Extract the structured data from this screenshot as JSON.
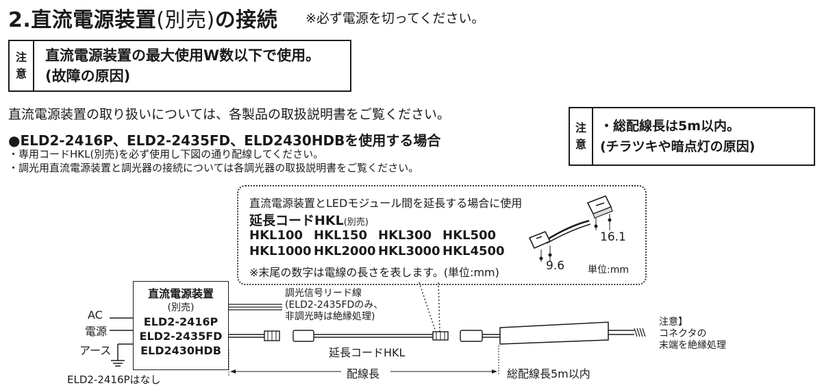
{
  "title": {
    "main": "2.直流電源装置",
    "paren": "(別売)",
    "tail": "の接続"
  },
  "title_note": "※必ず電源を切ってください。",
  "caution_main": {
    "label": [
      "注",
      "意"
    ],
    "lines": [
      "直流電源装置の最大使用W数以下で使用。",
      "(故障の原因)"
    ]
  },
  "intro": "直流電源装置の取り扱いについては、各製品の取扱説明書をご覧ください。",
  "heading": "●ELD2-2416P、ELD2-2435FD、ELD2430HDBを使用する場合",
  "bullets": [
    "・専用コードHKL(別売)を必ず使用し下図の通り配線してください。",
    "・調光用直流電源装置と調光器の接続については各調光器の取扱説明書をご覧ください。"
  ],
  "caution_side": {
    "label": [
      "注",
      "意"
    ],
    "lines": [
      "・総配線長は5m以内。",
      "(チラツキや暗点灯の原因)"
    ]
  },
  "extension": {
    "title": "直流電源装置とLEDモジュール間を延長する場合に使用",
    "name": "延長コードHKL",
    "name_small": "(別売)",
    "models": [
      "HKL100",
      "HKL150",
      "HKL300",
      "HKL500",
      "HKL1000",
      "HKL2000",
      "HKL3000",
      "HKL4500"
    ],
    "note": "※末尾の数字は電線の長さを表します。(単位:mm)",
    "dim_a": "16.1",
    "dim_b": "9.6",
    "unit": "単位:mm"
  },
  "psu": {
    "title": "直流電源装置",
    "sub": "(別売)",
    "models": [
      "ELD2-2416P",
      "ELD2-2435FD",
      "ELD2430HDB"
    ]
  },
  "labels": {
    "ac": "AC",
    "power": "電源",
    "earth": "アース",
    "earth_note": "ELD2-2416Pはなし",
    "dim_lead": [
      "調光信号リード線",
      "(ELD2-2435FDのみ、",
      "非調光時は絶縁処理)"
    ],
    "ext_cord": "延長コードHKL",
    "wiring_length": "配線長",
    "total_length": "総配線長5m以内",
    "end_note": [
      "注意】",
      "コネクタの",
      "末端を絶縁処理"
    ]
  }
}
